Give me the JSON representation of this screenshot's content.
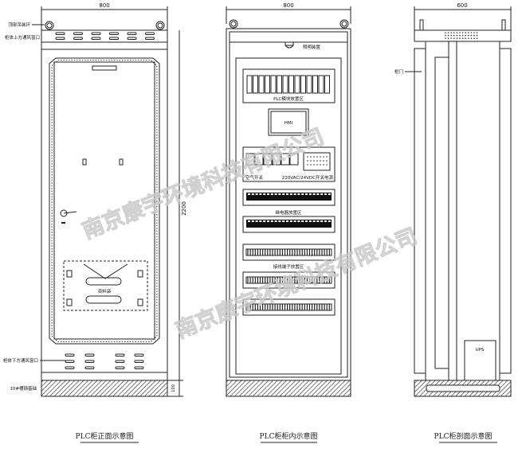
{
  "front_view": {
    "width_dim": "800",
    "height_dim": "2200",
    "base_dim": "100",
    "label_lifting_ring": "顶部吊装环",
    "label_top_vent": "柜体上方通风窗口",
    "label_bottom_vent": "柜体下方通风窗口",
    "label_base": "10#槽钢基础",
    "document_pocket": "资料袋",
    "title": "PLC柜正面示意图"
  },
  "interior_view": {
    "width_dim": "800",
    "lighting": "照明装置",
    "plc_zone": "PLC模块放置区",
    "hmi": "HMI",
    "air_switch": "空气开关",
    "power_supply": "220VAC/24VDC开关电源",
    "relay_zone": "继电器放置区",
    "terminal_zone": "接线端子放置区",
    "title": "PLC柜柜内示意图"
  },
  "side_view": {
    "width_dim": "600",
    "door": "柜门",
    "ups": "UPS",
    "title": "PLC柜剖面示意图"
  },
  "watermark": "南京康宇环境科技有限公司",
  "colors": {
    "line": "#222222",
    "watermark": "#c9c9c9"
  }
}
